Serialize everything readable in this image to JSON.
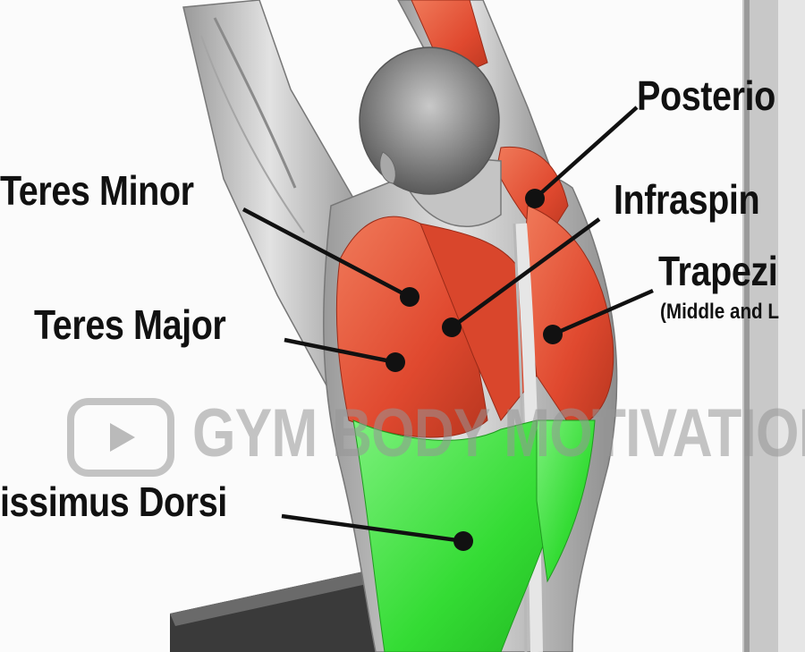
{
  "labels": {
    "posterior": "Posterio",
    "teres_minor": "Teres Minor",
    "infraspinatus": "Infraspin",
    "trapezius": "Trapezi",
    "trapezius_sub": "(Middle and L",
    "teres_major": "Teres Major",
    "latissimus": "issimus Dorsi"
  },
  "watermark": {
    "text": "GYM BODY MOTIVATION",
    "icon": "play-icon"
  },
  "colors": {
    "highlight_muscle": "#e5553a",
    "target_muscle": "#3fe63f",
    "body": "#cfcfcf",
    "label_text": "#111111"
  }
}
